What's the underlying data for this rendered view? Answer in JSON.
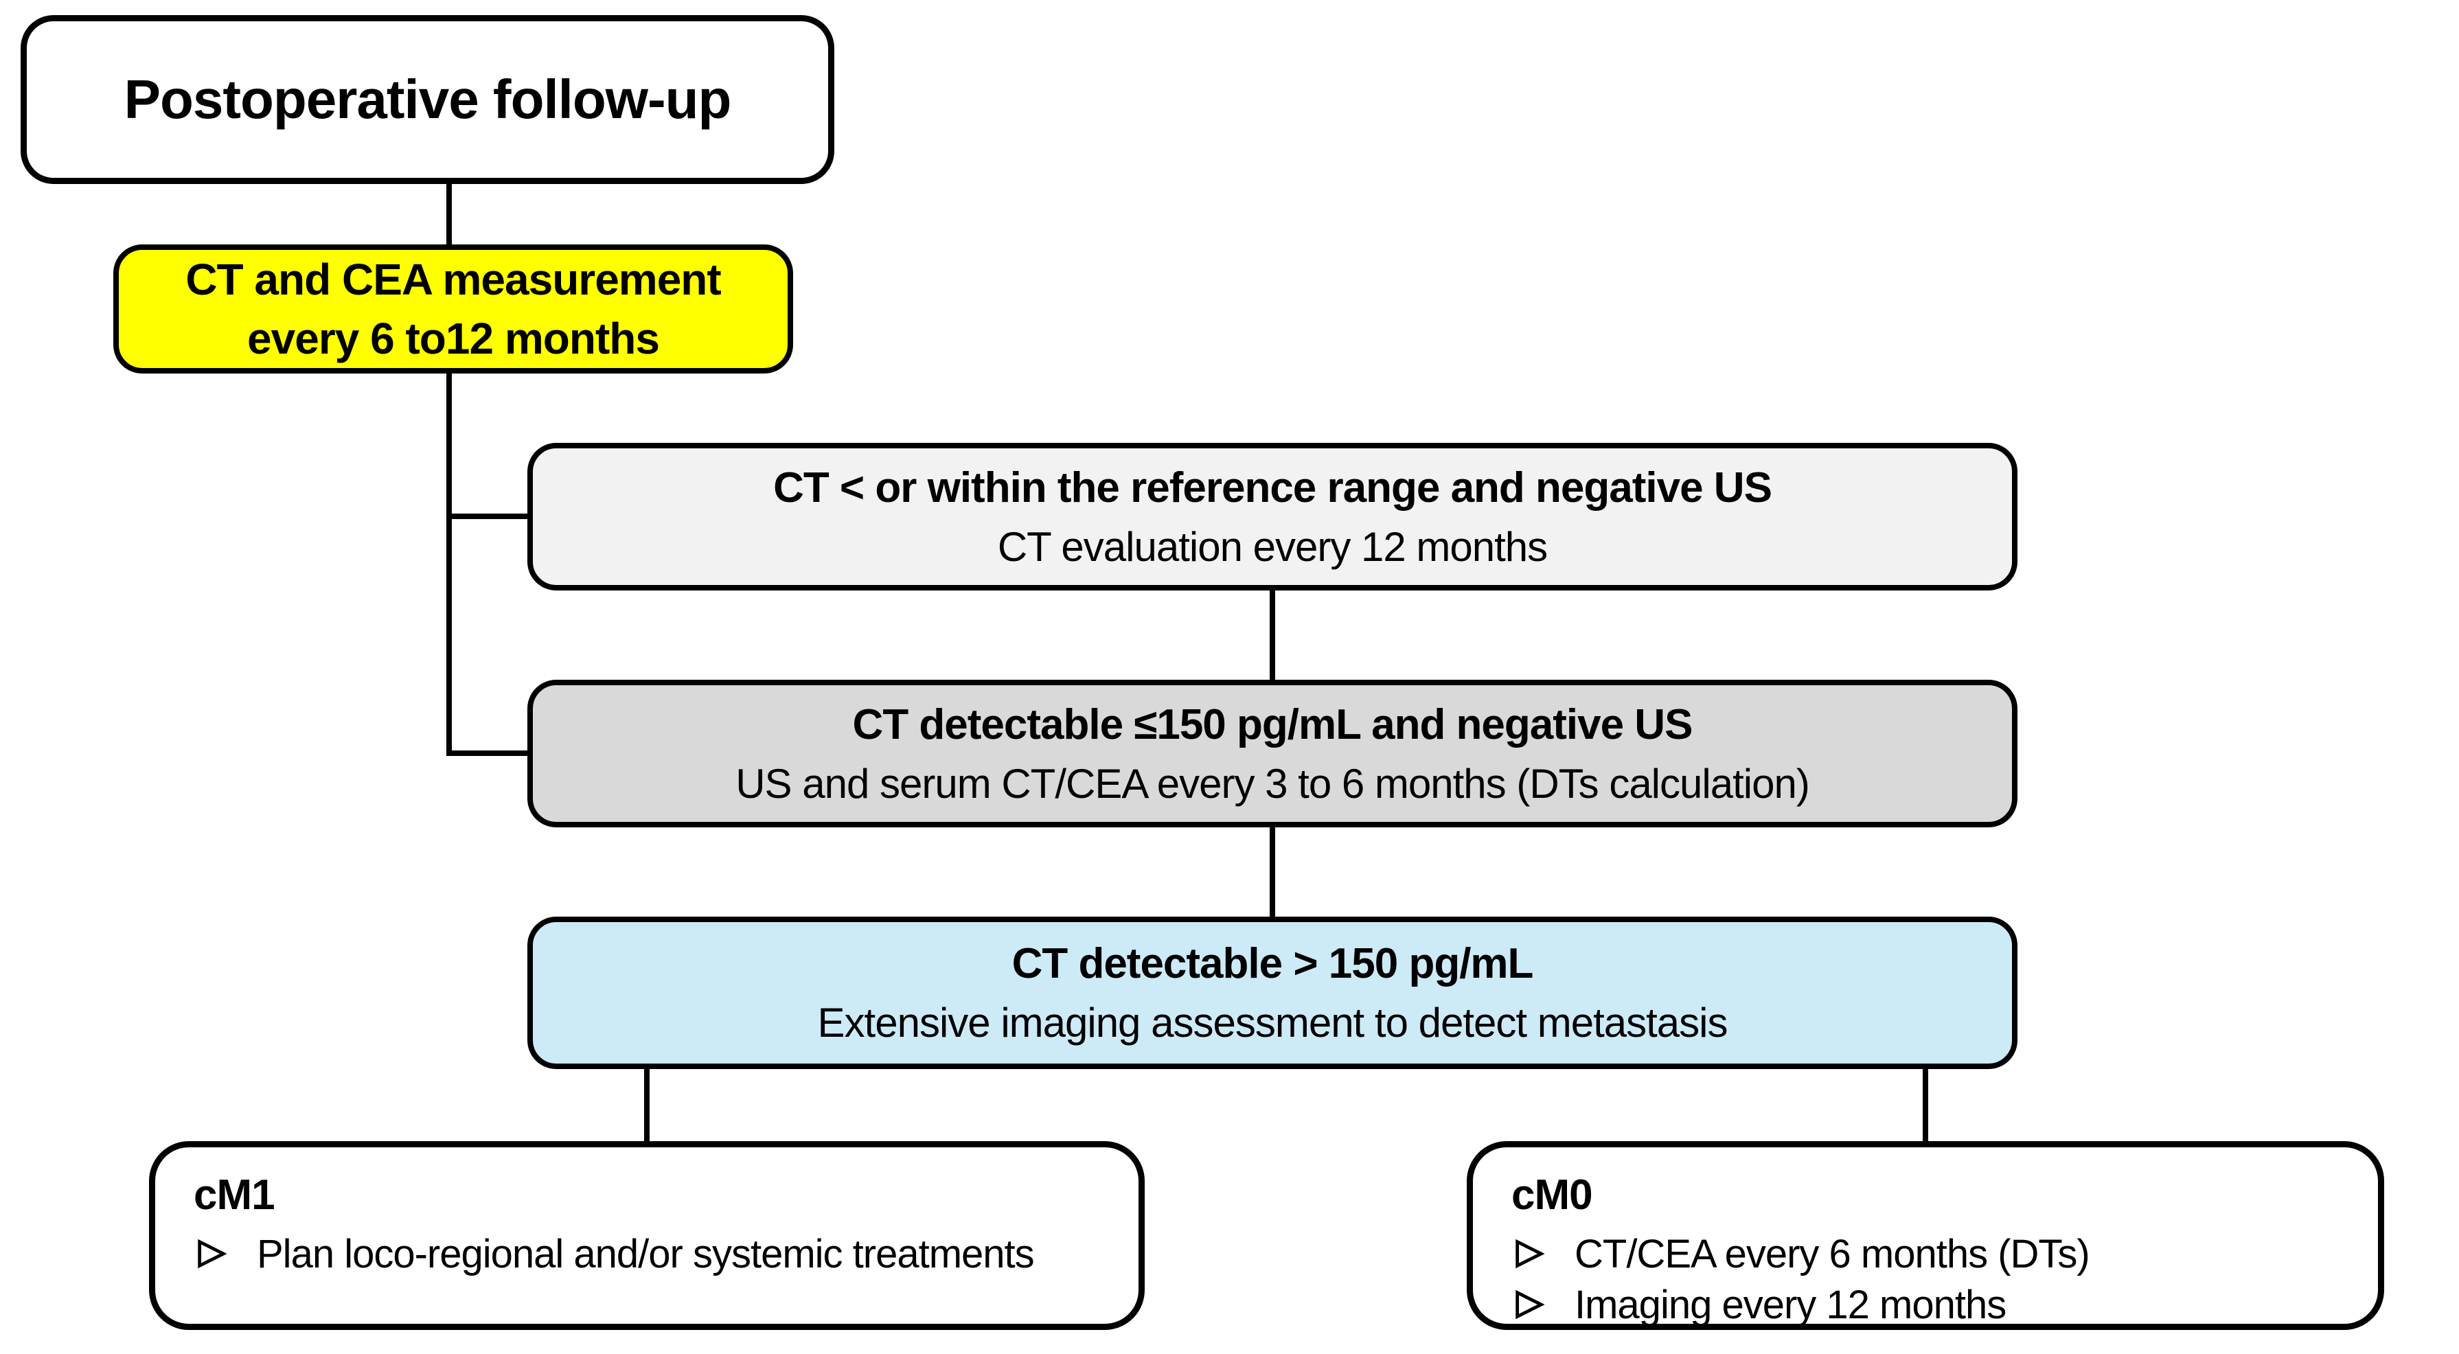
{
  "diagram": {
    "background": "#ffffff",
    "colors": {
      "yellow": "#ffff00",
      "light_gray": "#f2f2f2",
      "gray": "#d9d9d9",
      "light_blue": "#cdeaf7",
      "border": "#000000",
      "text": "#000000"
    },
    "bullet_icon": "arrowhead-right",
    "title_box": {
      "label": "Postoperative follow-up"
    },
    "measurement_box": {
      "line1": "CT and CEA measurement",
      "line2": "every 6 to12 months"
    },
    "within_range_box": {
      "line1": "CT < or within the reference range and negative US",
      "line2": "CT evaluation every 12 months"
    },
    "detectable_low_box": {
      "line1": "CT detectable ≤150 pg/mL and negative US",
      "line2": "US and serum CT/CEA every 3 to 6 months (DTs calculation)"
    },
    "detectable_high_box": {
      "line1": "CT detectable > 150 pg/mL",
      "line2": "Extensive imaging assessment to detect metastasis"
    },
    "cm1_box": {
      "title": "cM1",
      "bullets": [
        "Plan loco-regional and/or systemic treatments"
      ]
    },
    "cm0_box": {
      "title": "cM0",
      "bullets": [
        "CT/CEA every 6 months (DTs)",
        "Imaging every 12 months"
      ]
    }
  }
}
